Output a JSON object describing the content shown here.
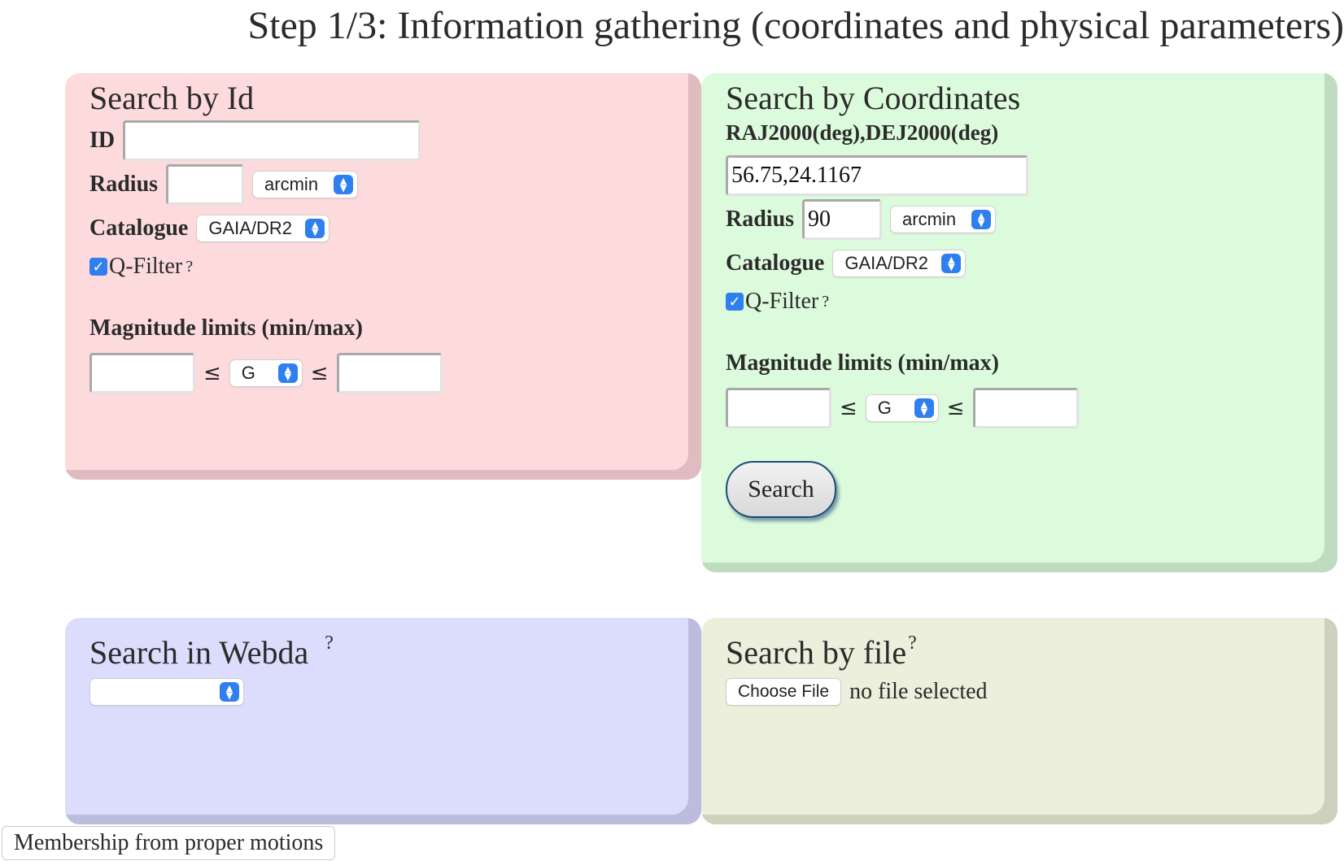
{
  "page_title": "Step 1/3: Information gathering (coordinates and physical parameters)",
  "search_by_id": {
    "heading": "Search by Id",
    "id_label": "ID",
    "id_value": "",
    "radius_label": "Radius",
    "radius_value": "",
    "radius_unit": "arcmin",
    "catalogue_label": "Catalogue",
    "catalogue_value": "GAIA/DR2",
    "qfilter_label": "Q-Filter",
    "qfilter_help": "?",
    "qfilter_checked": true,
    "magnitude_label": "Magnitude limits (min/max)",
    "mag_min": "",
    "mag_band": "G",
    "mag_max": "",
    "leq": "≤",
    "color": "#fddbdd"
  },
  "search_by_coordinates": {
    "heading": "Search by Coordinates",
    "coord_label": "RAJ2000(deg),DEJ2000(deg)",
    "coord_value": "56.75,24.1167",
    "radius_label": "Radius",
    "radius_value": "90",
    "radius_unit": "arcmin",
    "catalogue_label": "Catalogue",
    "catalogue_value": "GAIA/DR2",
    "qfilter_label": "Q-Filter",
    "qfilter_help": "?",
    "qfilter_checked": true,
    "magnitude_label": "Magnitude limits (min/max)",
    "mag_min": "",
    "mag_band": "G",
    "mag_max": "",
    "leq": "≤",
    "search_button": "Search",
    "color": "#dcfbdc"
  },
  "search_in_webda": {
    "heading": "Search in Webda",
    "help": "?",
    "select_value": "",
    "color": "#dcdcfd"
  },
  "search_by_file": {
    "heading": "Search by file",
    "help": "?",
    "choose_file": "Choose File",
    "file_status": "no file selected",
    "color": "#ecefdc"
  },
  "bottom_tab": "Membership from proper motions",
  "accent_color": "#2f7ff0"
}
